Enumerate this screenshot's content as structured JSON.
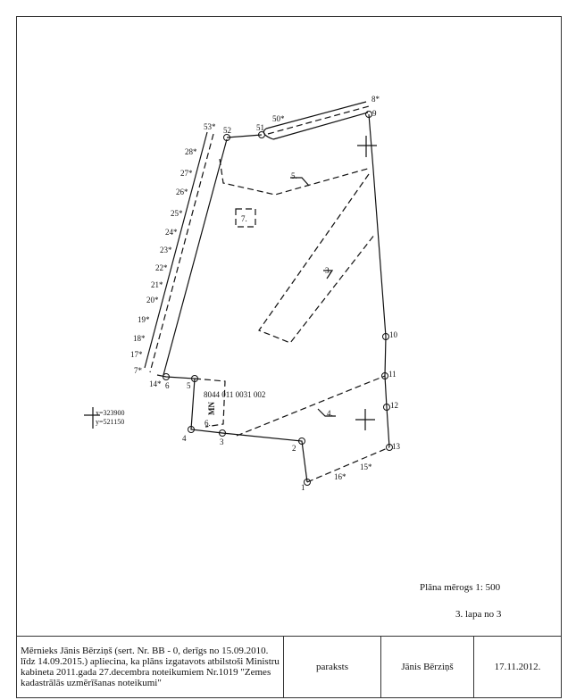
{
  "plan": {
    "cadastral_number": "8044 011 0031 002",
    "parcel_label": "MN",
    "area_labels": [
      "3.",
      "4.",
      "5.",
      "6.",
      "7."
    ],
    "points": [
      "1",
      "2",
      "3",
      "4",
      "5",
      "6",
      "7*",
      "8*",
      "9",
      "10",
      "11",
      "12",
      "13",
      "14*",
      "15*",
      "16*",
      "17*",
      "18*",
      "19*",
      "20*",
      "21*",
      "22*",
      "23*",
      "24*",
      "25*",
      "26*",
      "27*",
      "28*",
      "50*",
      "51",
      "52",
      "53*"
    ],
    "coord_x": "x=323900",
    "coord_y": "y=521150",
    "scale_text": "Plāna mērogs 1: 500",
    "page_text": "3. lapa no 3"
  },
  "footer": {
    "statement": "Mērnieks Jānis Bērziņš (sert. Nr. BB - 0, derīgs no 15.09.2010. līdz 14.09.2015.) apliecina, ka plāns izgatavots atbilstoši Ministru kabineta 2011.gada 27.decembra noteikumiem Nr.1019 \"Zemes kadastrālās uzmērīšanas noteikumi\"",
    "signature_label": "paraksts",
    "surveyor_name": "Jānis Bērziņš",
    "date": "17.11.2012."
  }
}
